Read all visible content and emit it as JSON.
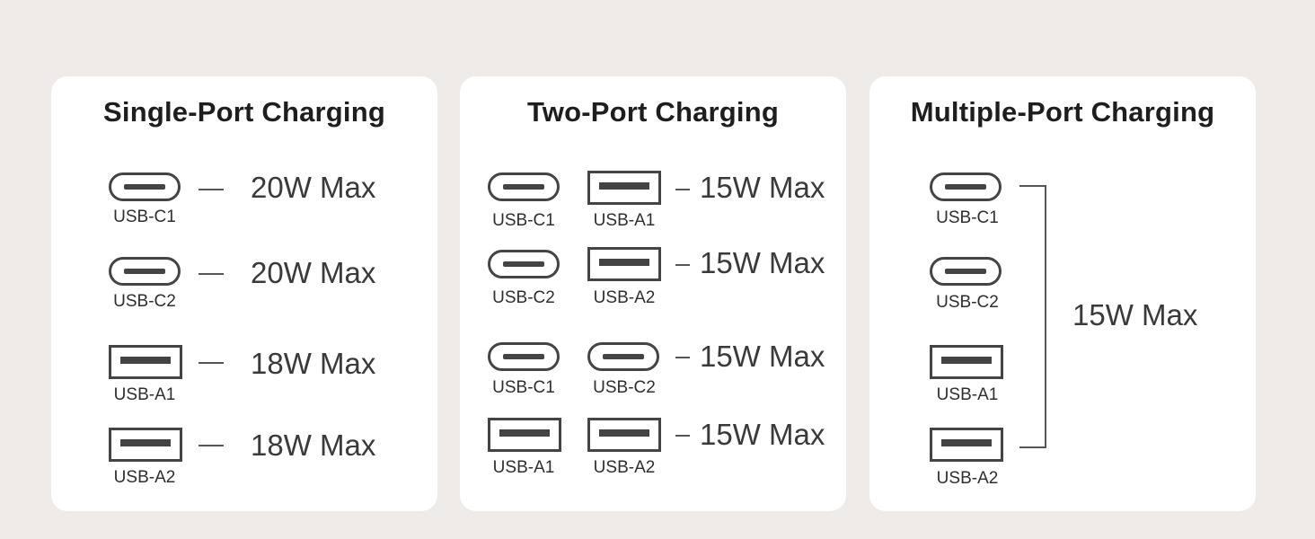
{
  "panels": [
    {
      "title": "Single-Port Charging",
      "rows": [
        {
          "port": "USB-C1",
          "type": "usb-c",
          "watt": "20W Max"
        },
        {
          "port": "USB-C2",
          "type": "usb-c",
          "watt": "20W Max"
        },
        {
          "port": "USB-A1",
          "type": "usb-a",
          "watt": "18W Max"
        },
        {
          "port": "USB-A2",
          "type": "usb-a",
          "watt": "18W Max"
        }
      ]
    },
    {
      "title": "Two-Port Charging",
      "rows": [
        {
          "ports": [
            {
              "port": "USB-C1",
              "type": "usb-c"
            },
            {
              "port": "USB-A1",
              "type": "usb-a"
            }
          ],
          "watt": "15W Max"
        },
        {
          "ports": [
            {
              "port": "USB-C2",
              "type": "usb-c"
            },
            {
              "port": "USB-A2",
              "type": "usb-a"
            }
          ],
          "watt": "15W Max"
        },
        {
          "ports": [
            {
              "port": "USB-C1",
              "type": "usb-c"
            },
            {
              "port": "USB-C2",
              "type": "usb-c"
            }
          ],
          "watt": "15W Max"
        },
        {
          "ports": [
            {
              "port": "USB-A1",
              "type": "usb-a"
            },
            {
              "port": "USB-A2",
              "type": "usb-a"
            }
          ],
          "watt": "15W Max"
        }
      ]
    },
    {
      "title": "Multiple-Port Charging",
      "ports": [
        {
          "port": "USB-C1",
          "type": "usb-c"
        },
        {
          "port": "USB-C2",
          "type": "usb-c"
        },
        {
          "port": "USB-A1",
          "type": "usb-a"
        },
        {
          "port": "USB-A2",
          "type": "usb-a"
        }
      ],
      "watt": "15W Max"
    }
  ],
  "colors": {
    "background": "#efebe9",
    "card": "#ffffff",
    "icon": "#444444",
    "title": "#1e1e1e"
  }
}
